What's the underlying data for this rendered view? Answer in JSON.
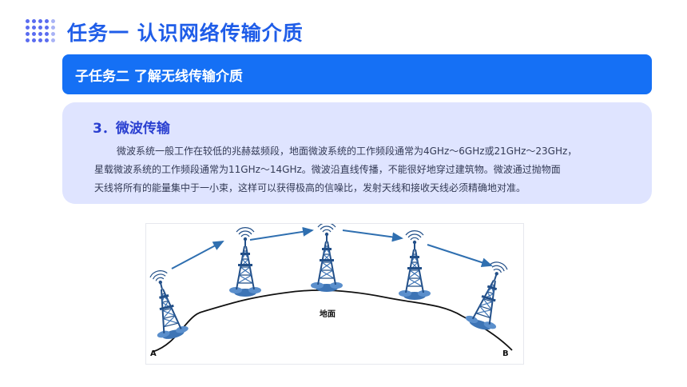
{
  "page": {
    "title": "任务一  认识网络传输介质"
  },
  "subtask": {
    "title": "子任务二  了解无线传输介质"
  },
  "section": {
    "heading": "3．微波传输",
    "lines": [
      "微波系统一般工作在较低的兆赫兹频段，地面微波系统的工作频段通常为4GHz～6GHz或21GHz～23GHz，",
      "星载微波系统的工作频段通常为11GHz～14GHz。微波沿直线传播，不能很好地穿过建筑物。微波通过抛物面",
      "天线将所有的能量集中于一小束，这样可以获得极高的信噪比，发射天线和接收天线必须精确地对准。"
    ]
  },
  "figure": {
    "ground_label": "地面",
    "point_a": "A",
    "point_b": "B",
    "tower_icon": "microwave-tower-icon",
    "tower_count": 5
  },
  "colors": {
    "title": "#1f5de8",
    "bar": "#1570f5",
    "card": "#dfe4ff",
    "tower": "#2f6fb0",
    "arrow": "#2f6fb0"
  }
}
